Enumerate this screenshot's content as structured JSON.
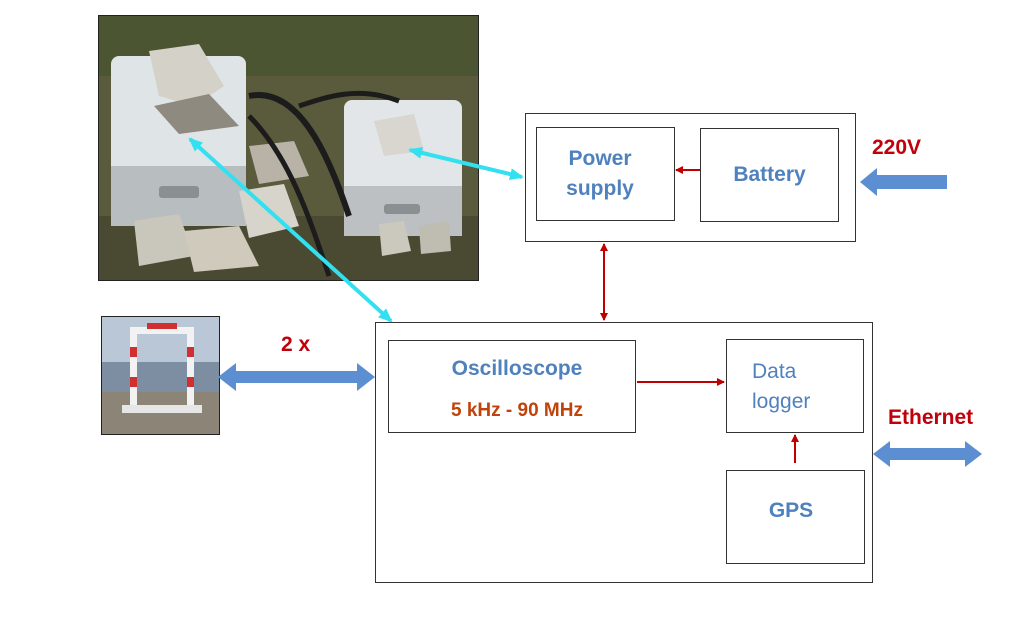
{
  "labels": {
    "power_supply": "Power supply",
    "battery": "Battery",
    "v220": "220V",
    "oscilloscope": "Oscilloscope",
    "freq_range": "5 kHz - 90 MHz",
    "data_logger": "Data logger",
    "gps": "GPS",
    "two_x": "2 x",
    "ethernet": "Ethernet"
  },
  "colors": {
    "box_text": "#4f81bd",
    "red_text": "#c0000b",
    "orange_text": "#c0430b",
    "red_arrow": "#c00000",
    "blue_arrow": "#5b8fd1",
    "cyan_arrow": "#33e0f0"
  }
}
